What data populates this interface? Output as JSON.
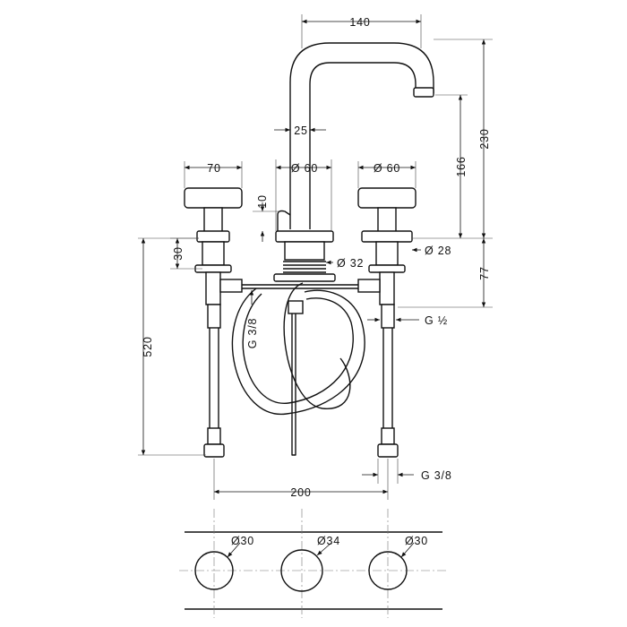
{
  "dimensions": {
    "spout_reach": "140",
    "spout_width": "25",
    "spout_diameter": "Ø 60",
    "handle_width": "70",
    "handle_diameter_right": "Ø 60",
    "lift_rod_height": "10",
    "height_total": "230",
    "height_outlet": "166",
    "base_height": "30",
    "base_diameter_right": "Ø 28",
    "spout_base_diameter": "Ø 32",
    "below_deck": "77",
    "hose_thread": "G 3/8",
    "inlet_thread": "G ½",
    "supply_length": "520",
    "outlet_thread": "G 3/8",
    "spacing": "200",
    "hole_left": "Ø30",
    "hole_center": "Ø34",
    "hole_right": "Ø30"
  },
  "colors": {
    "line": "#111111",
    "background": "#ffffff"
  }
}
